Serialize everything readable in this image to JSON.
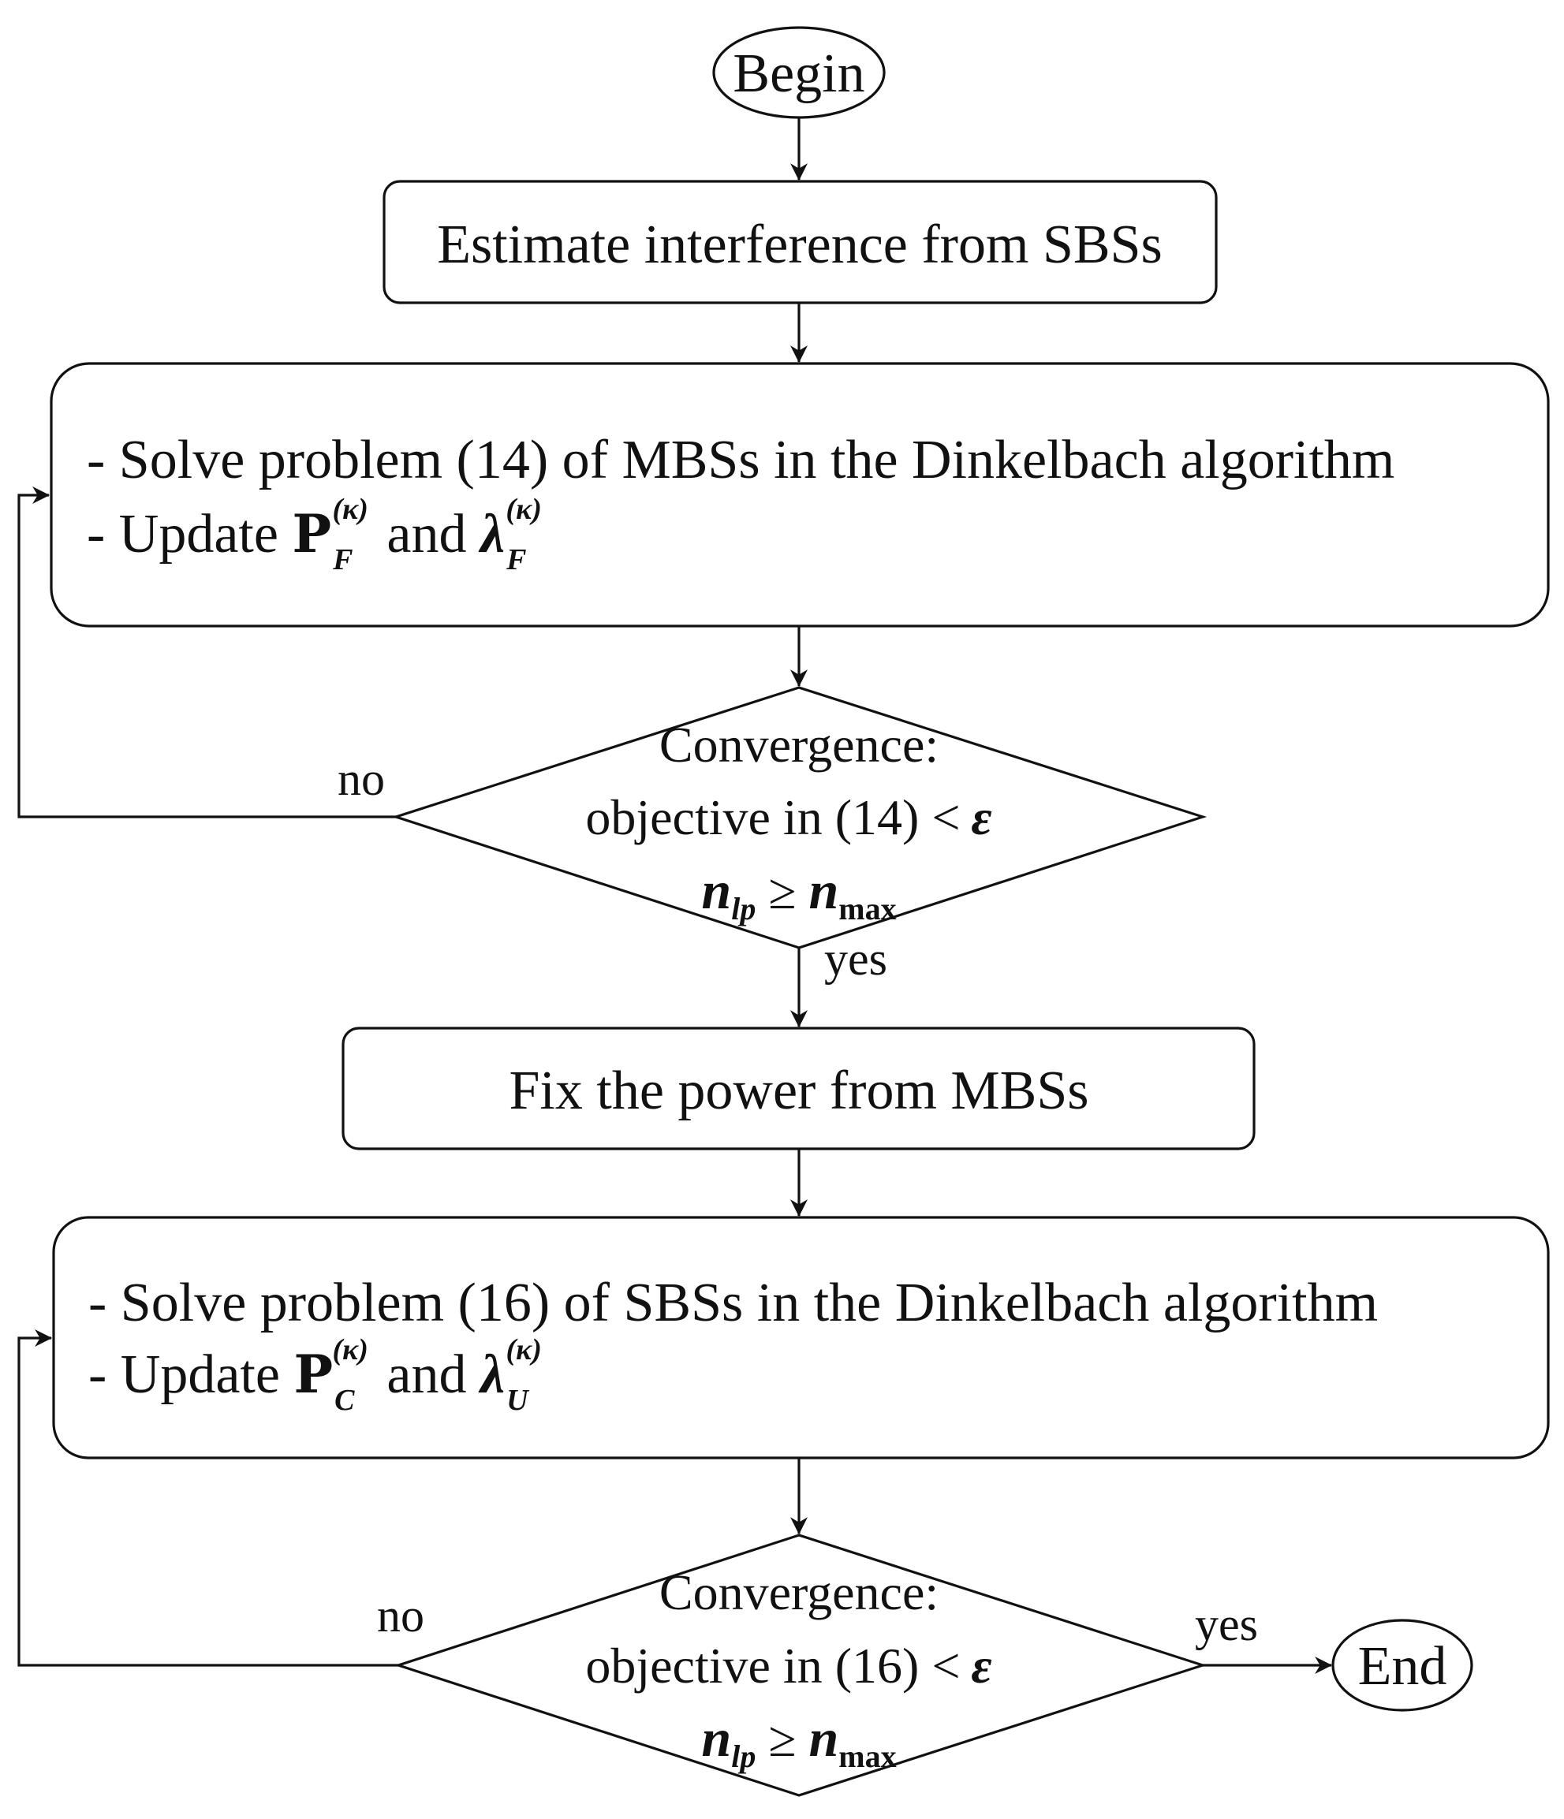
{
  "nodes": {
    "begin": "Begin",
    "estimate": "Estimate interference from SBSs",
    "mbs_step": {
      "line1": "- Solve problem (14) of MBSs in the Dinkelbach algorithm",
      "line2_prefix": "- Update ",
      "line2_var1": "P",
      "line2_var1_sub": "F",
      "line2_var1_sup": "(κ)",
      "line2_and": " and ",
      "line2_var2": "λ",
      "line2_var2_sub": "F",
      "line2_var2_sup": "(κ)"
    },
    "decision1": {
      "line1": "Convergence:",
      "line2": "objective in (14) <",
      "line2_eps": "ε",
      "line3_n": "n",
      "line3_sub": "lp",
      "line3_ge": " ≥ ",
      "line3_n2": "n",
      "line3_sub2": "max"
    },
    "fix": "Fix the power from MBSs",
    "sbs_step": {
      "line1": "- Solve problem (16) of SBSs in the Dinkelbach algorithm",
      "line2_prefix": "- Update ",
      "line2_var1": "P",
      "line2_var1_sub": "C",
      "line2_var1_sup": "(κ)",
      "line2_and": " and ",
      "line2_var2": "λ",
      "line2_var2_sub": "U",
      "line2_var2_sup": "(κ)"
    },
    "decision2": {
      "line1": "Convergence:",
      "line2": "objective in (16) <",
      "line2_eps": "ε",
      "line3_n": "n",
      "line3_sub": "lp",
      "line3_ge": " ≥ ",
      "line3_n2": "n",
      "line3_sub2": "max"
    },
    "end": "End"
  },
  "edge_labels": {
    "no1": "no",
    "yes1": "yes",
    "no2": "no",
    "yes2": "yes"
  }
}
